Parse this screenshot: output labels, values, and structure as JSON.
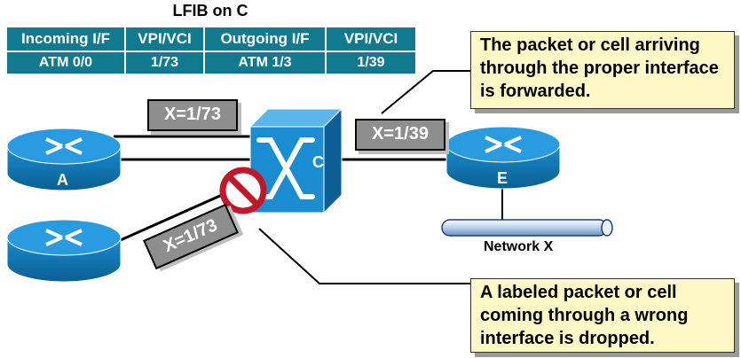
{
  "lfib": {
    "title": "LFIB on C",
    "headers": [
      "Incoming I/F",
      "VPI/VCI",
      "Outgoing I/F",
      "VPI/VCI"
    ],
    "row": [
      "ATM 0/0",
      "1/73",
      "ATM 1/3",
      "1/39"
    ]
  },
  "callouts": {
    "forwarded": "The packet or cell arriving through the proper interface is forwarded.",
    "dropped": "A labeled packet or cell coming through a wrong interface is dropped."
  },
  "labels": {
    "in_correct": "X=1/73",
    "out": "X=1/39",
    "in_wrong": "X=1/73"
  },
  "nodes": {
    "router_a": "A",
    "switch_c": "C",
    "router_e": "E"
  },
  "network": "Network X",
  "colors": {
    "table_bg": "#127a8e",
    "device_blue": "#1b8fd1",
    "callout_bg": "#fdf8c6",
    "label_bg": "#8e8e8e",
    "prohibit_red": "#c0182a"
  }
}
